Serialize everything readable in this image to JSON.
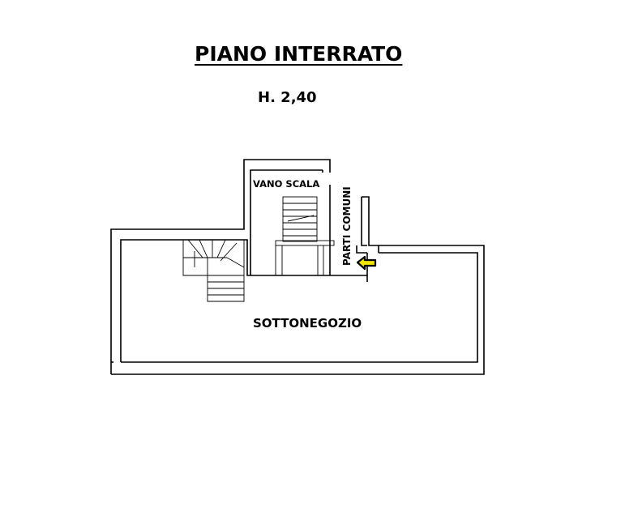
{
  "title": "PIANO INTERRATO",
  "height": "H. 2,40",
  "rooms": {
    "stair_room": "VANO SCALA",
    "common_parts": "PARTI COMUNI",
    "basement_shop": "SOTTONEGOZIO"
  },
  "colors": {
    "walls": "#000000",
    "entrance_arrow_fill": "#f2e600",
    "entrance_arrow_outline": "#000000"
  },
  "icons": {
    "entrance": "entrance-arrow-icon"
  }
}
